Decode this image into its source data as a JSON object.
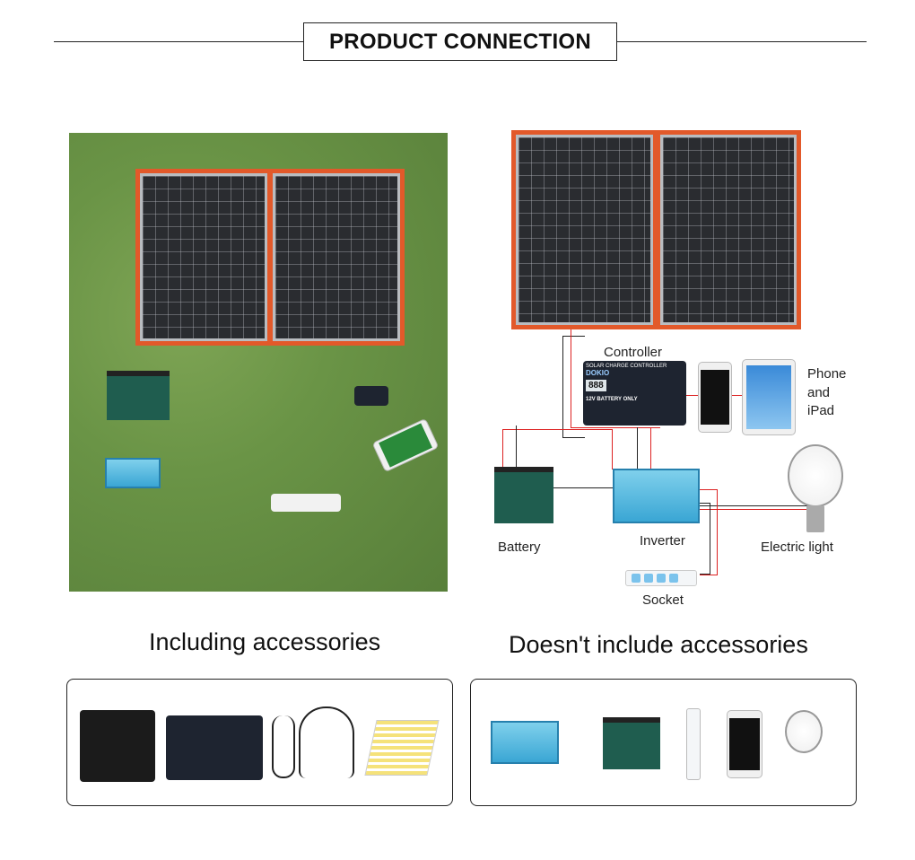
{
  "header": {
    "title": "PRODUCT CONNECTION"
  },
  "diagram": {
    "labels": {
      "controller": "Controller",
      "phone": "Phone",
      "and": "and",
      "ipad": "iPad",
      "battery": "Battery",
      "inverter": "Inverter",
      "electric_light": "Electric light",
      "socket": "Socket"
    },
    "controller_device": {
      "heading": "SOLAR CHARGE CONTROLLER",
      "brand": "DOKIO",
      "display": "888",
      "note": "12V BATTERY ONLY"
    }
  },
  "captions": {
    "including": "Including accessories",
    "excluding": "Doesn't include accessories"
  },
  "colors": {
    "panel_frame": "#e2592a",
    "wire_red": "#dd2222",
    "inverter": "#4fb4de"
  }
}
